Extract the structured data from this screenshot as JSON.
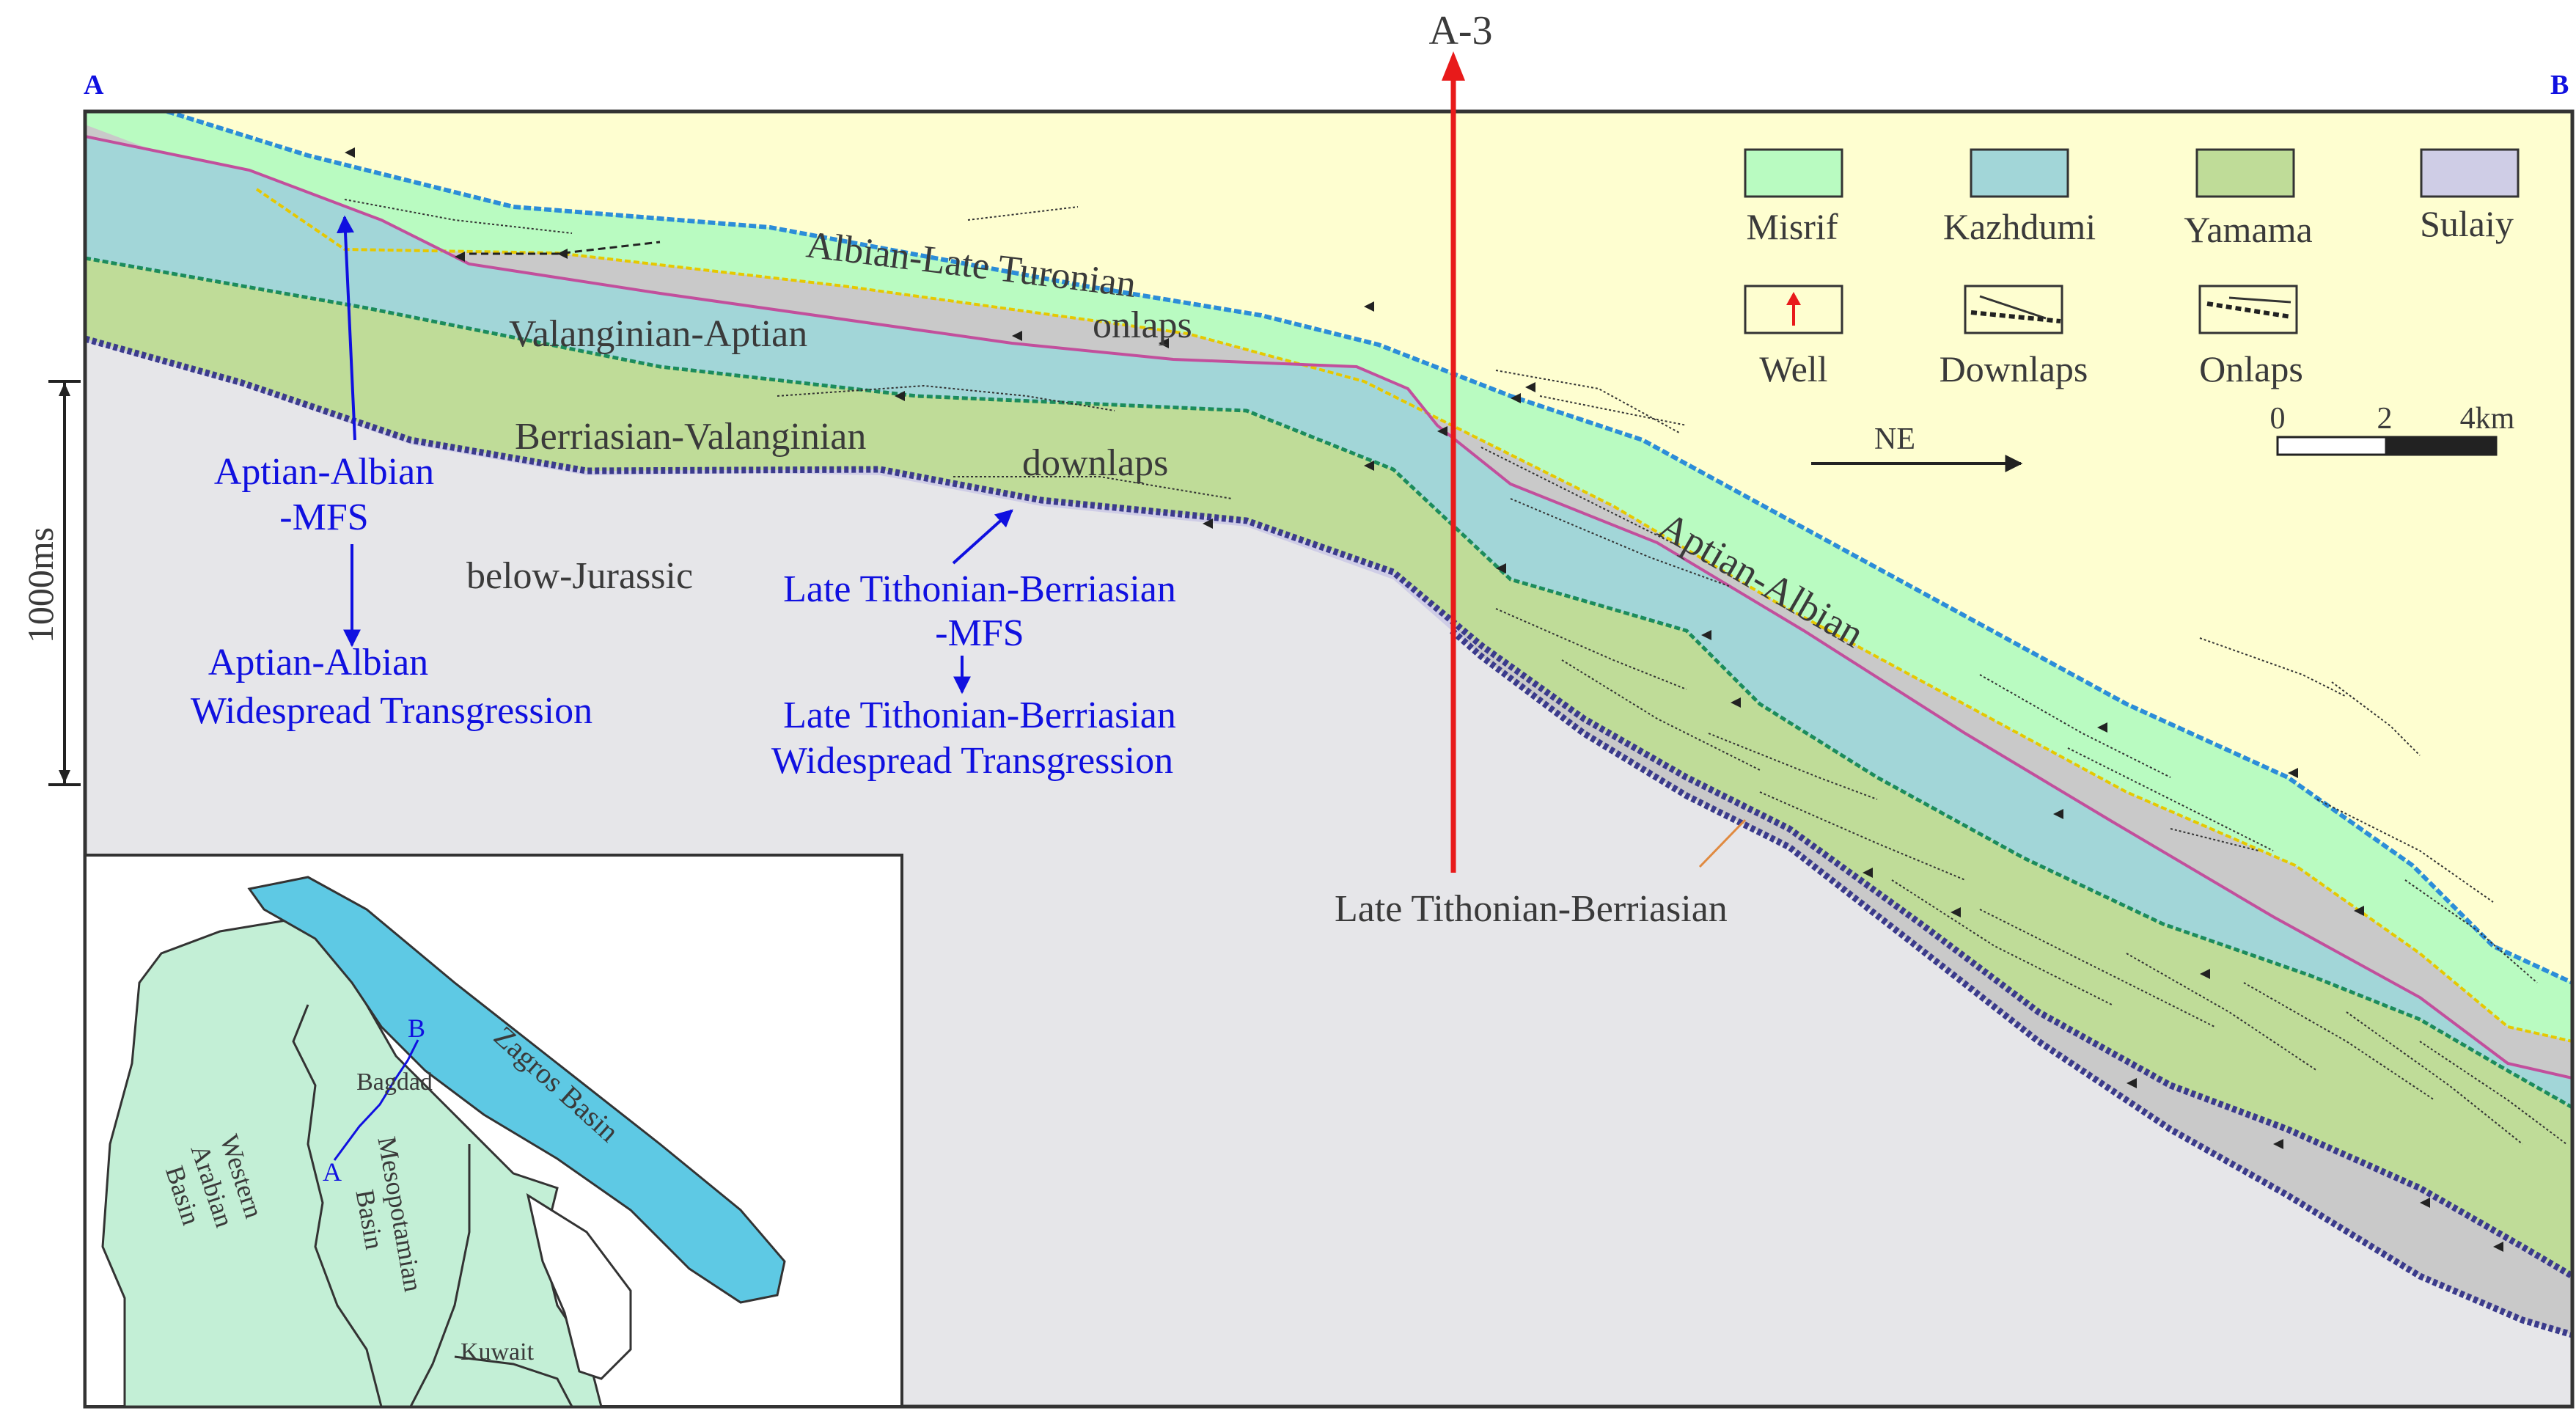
{
  "title_well": "A-3",
  "endpoints": {
    "left": "A",
    "right": "B"
  },
  "scale_bar": {
    "vertical": "1000ms",
    "ticks": [
      "0",
      "2",
      "4km"
    ],
    "direction": "NE"
  },
  "legend": [
    {
      "name": "Misrif",
      "color": "#b9fbc1"
    },
    {
      "name": "Kazhdumi",
      "color": "#a2d6d8"
    },
    {
      "name": "Yamama",
      "color": "#bfdc98"
    },
    {
      "name": "Sulaiy",
      "color": "#cfcde6"
    },
    {
      "name": "Well"
    },
    {
      "name": "Downlaps"
    },
    {
      "name": "Onlaps"
    }
  ],
  "colors": {
    "sky": "#fefed0",
    "misrif": "#b9fbc1",
    "grey_unit": "#c9c9c9",
    "kazhdumi": "#a2d6d8",
    "yamama": "#bfdc98",
    "below": "#e6e6e9",
    "well": "#e81a1a",
    "annot": "#1010e0",
    "map_land": "#c3efd6",
    "zagros": "#5ec9e4"
  },
  "units": {
    "albian_turonian": "Albian-Late Turonian",
    "valanginian_aptian": "Valanginian-Aptian",
    "berriasian_valanginian": "Berriasian-Valanginian",
    "onlaps": "onlaps",
    "downlaps": "downlaps",
    "below_jurassic": "below-Jurassic",
    "aptian_albian": "Aptian-Albian",
    "late_tithonian": "Late Tithonian-Berriasian"
  },
  "annotations": {
    "mfs1_a": "Aptian-Albian",
    "mfs1_b": "-MFS",
    "trans1_a": "Aptian-Albian",
    "trans1_b": "Widespread Transgression",
    "mfs2_a": "Late Tithonian-Berriasian",
    "mfs2_b": "-MFS",
    "trans2_a": "Late Tithonian-Berriasian",
    "trans2_b": "Widespread Transgression"
  },
  "map": {
    "western_arabian": [
      "Western",
      "Arabian",
      "Basin"
    ],
    "mesopotamian": [
      "Mesopotamian",
      "Basin"
    ],
    "zagros": "Zagros Basin",
    "bagdad": "Bagdad",
    "kuwait": "Kuwait",
    "a": "A",
    "b": "B"
  }
}
